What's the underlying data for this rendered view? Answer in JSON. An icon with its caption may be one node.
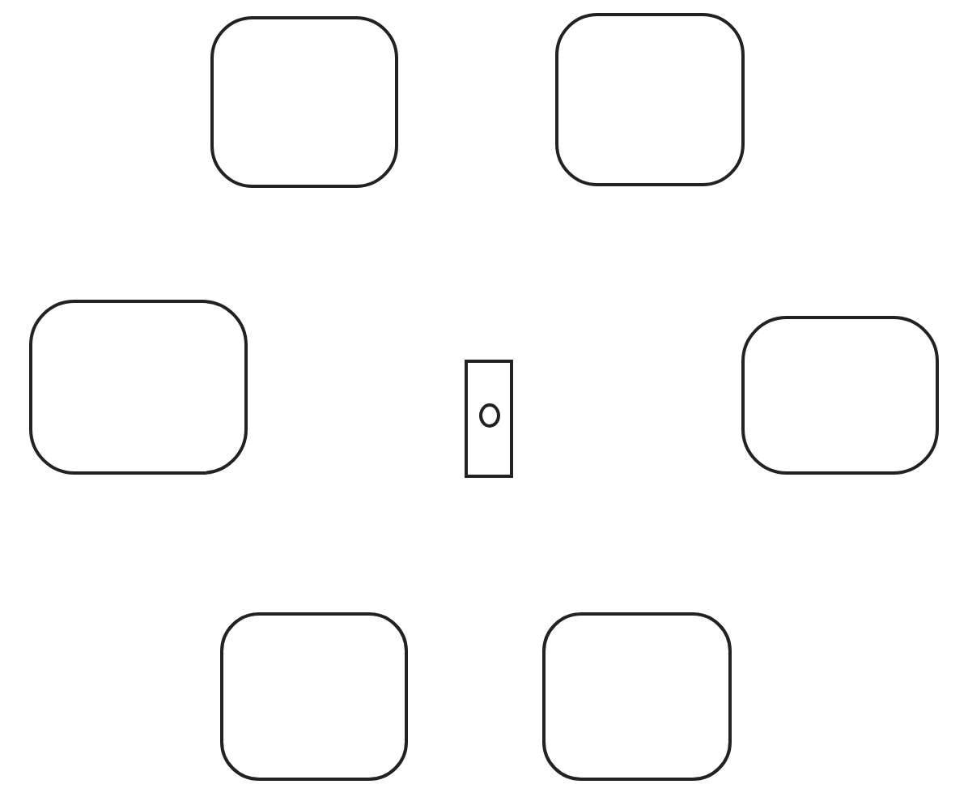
{
  "diagram": {
    "nodes": [
      {
        "text": [],
        "shape": "box"
      },
      {
        "text": [],
        "shape": "box"
      },
      {
        "text": [],
        "shape": "box"
      },
      {
        "text": [],
        "shape": "box"
      },
      {
        "text": [],
        "shape": "circle",
        "in": 3
      },
      {
        "text": [],
        "shape": "box"
      },
      {
        "text": [],
        "shape": "box"
      },
      {
        "text": [],
        "shape": "box"
      }
    ],
    "edges": []
  }
}
